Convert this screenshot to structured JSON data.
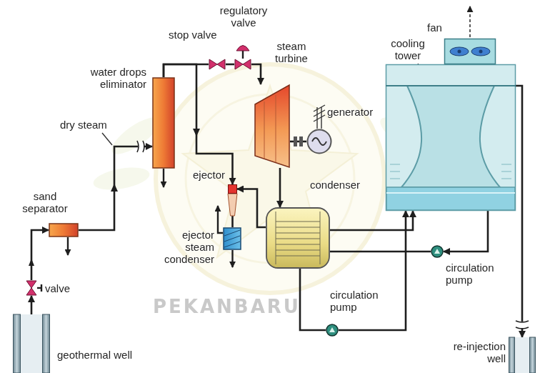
{
  "diagram": {
    "nodes": [
      {
        "text": [
          "stop valve"
        ]
      },
      {
        "text": [
          "regulatory valve"
        ]
      },
      {
        "text": [
          "steam turbine"
        ]
      },
      {
        "text": [
          "water drops eliminator"
        ]
      },
      {
        "text": [
          "generator"
        ]
      },
      {
        "text": [
          "cooling tower"
        ]
      },
      {
        "text": [
          "fan"
        ],
        "in": 5
      },
      {
        "text": [
          "ejector"
        ]
      },
      {
        "text": [
          "condenser"
        ]
      },
      {
        "text": [
          "sand separator"
        ]
      },
      {
        "text": [
          "ejector steam condenser"
        ]
      },
      {
        "text": [
          "valve"
        ]
      },
      {
        "text": [
          "circulation pump"
        ]
      },
      {
        "text": [
          "circulation pump"
        ]
      },
      {
        "text": [
          "geothermal well"
        ]
      },
      {
        "text": [
          "re-injection well"
        ]
      }
    ],
    "edges": [
      {
        "from": 14,
        "to": 11,
        "arrow": "to"
      },
      {
        "from": 11,
        "to": 9,
        "arrow": "to"
      },
      {
        "from": 9,
        "to": 3,
        "arrow": "to"
      },
      {
        "from": 3,
        "to": 0,
        "arrow": "none"
      },
      {
        "from": 0,
        "to": 1,
        "arrow": "none"
      },
      {
        "from": 1,
        "to": 2,
        "arrow": "to"
      },
      {
        "from": 3,
        "to": 7,
        "arrow": "to"
      },
      {
        "from": 2,
        "to": 4,
        "arrow": "none"
      },
      {
        "from": 2,
        "to": 8,
        "arrow": "to"
      },
      {
        "from": 8,
        "to": 7,
        "arrow": "to"
      },
      {
        "from": 7,
        "to": 10,
        "arrow": "none"
      },
      {
        "from": 8,
        "to": 5,
        "arrow": "to"
      },
      {
        "from": 5,
        "to": 12,
        "arrow": "to"
      },
      {
        "from": 12,
        "to": 8,
        "arrow": "none"
      },
      {
        "from": 8,
        "to": 13,
        "arrow": "none"
      },
      {
        "from": 13,
        "to": 5,
        "arrow": "to"
      },
      {
        "from": 5,
        "to": 15,
        "arrow": "to"
      }
    ],
    "labels": [
      "dry steam",
      "PEKANBARU"
    ]
  }
}
